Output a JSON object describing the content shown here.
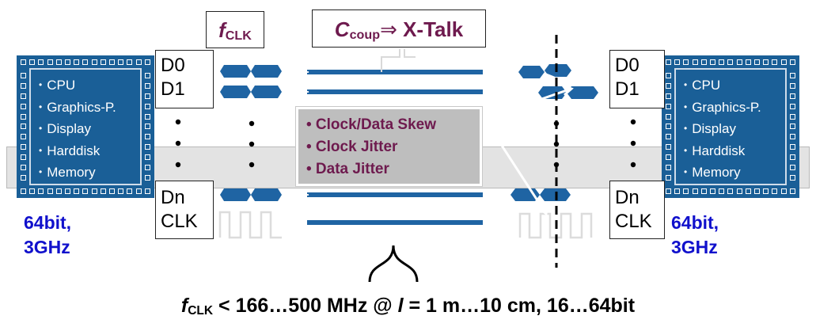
{
  "chip_left": {
    "items": [
      "CPU",
      "Graphics-P.",
      "Display",
      "Harddisk",
      "Memory"
    ],
    "spec_line1": "64bit,",
    "spec_line2": "3GHz"
  },
  "chip_right": {
    "items": [
      "CPU",
      "Graphics-P.",
      "Display",
      "Harddisk",
      "Memory"
    ],
    "spec_line1": "64bit,",
    "spec_line2": "3GHz"
  },
  "lanes_left": {
    "d0": "D0",
    "d1": "D1",
    "dn": "Dn",
    "clk": "CLK"
  },
  "lanes_right": {
    "d0": "D0",
    "d1": "D1",
    "dn": "Dn",
    "clk": "CLK"
  },
  "fclk_label": {
    "symbol": "f",
    "subscript": "CLK"
  },
  "coupling_label": {
    "symbol": "C",
    "subscript": "coup",
    "arrow": "⇒",
    "text": " X-Talk"
  },
  "effects": [
    "• Clock/Data Skew",
    "• Clock Jitter",
    "• Data Jitter"
  ],
  "caption": {
    "f": "f",
    "sub": "CLK",
    "part1": " < 166…500 MHz @ ",
    "l": "l",
    "part2": " = 1 m…10 cm, 16…64bit"
  },
  "colors": {
    "chip_blue": "#1a5f97",
    "signal_blue": "#1f64a3",
    "spec_blue": "#1010cc",
    "label_purple": "#6e1a4e",
    "band_gray": "#e3e3e3",
    "skew_gray": "#bebebe"
  }
}
